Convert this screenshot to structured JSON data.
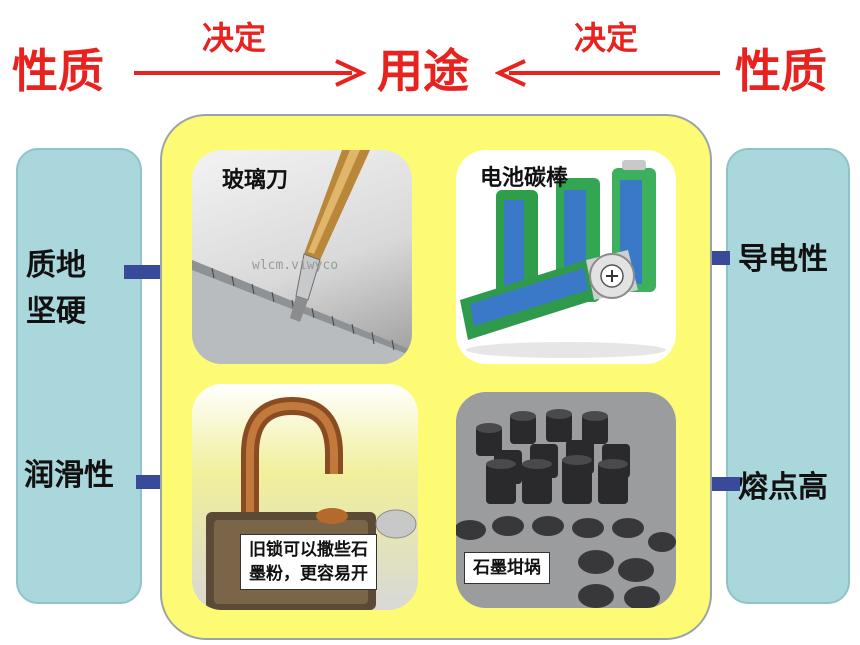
{
  "header": {
    "left": "性质",
    "center": "用途",
    "right": "性质",
    "decide_left": "决定",
    "decide_right": "决定"
  },
  "left_panel": {
    "item1_line1": "质地",
    "item1_line2": "坚硬",
    "item2": "润滑性"
  },
  "right_panel": {
    "item1": "导电性",
    "item2": "熔点高"
  },
  "photos": {
    "glass_cutter": "玻璃刀",
    "battery": "电池碳棒",
    "lock_line1": "旧锁可以撒些石",
    "lock_line2": "墨粉，更容易开",
    "crucible": "石墨坩埚",
    "watermark": "wlcm.viwyco"
  },
  "colors": {
    "title_red": "#e8231f",
    "arrow_navy": "#3a4a9a",
    "center_yellow": "#fdfb74",
    "side_blue": "#a9d7dc"
  }
}
